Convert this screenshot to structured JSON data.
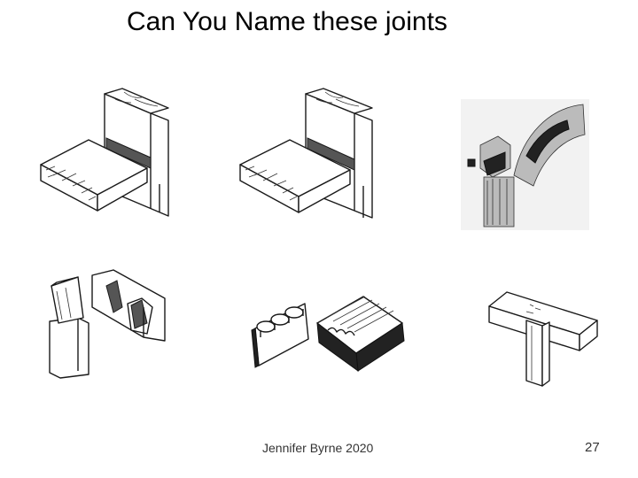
{
  "slide": {
    "title": "Can You Name these joints",
    "footer": "Jennifer Byrne 2020",
    "page_number": "27"
  },
  "figures": [
    {
      "name": "housing-joint-drawing",
      "kind": "line-drawing"
    },
    {
      "name": "stopped-housing-joint-drawing",
      "kind": "line-drawing"
    },
    {
      "name": "mortise-tenon-photo",
      "kind": "photo"
    },
    {
      "name": "dovetail-joint-drawing",
      "kind": "line-drawing"
    },
    {
      "name": "comb-joint-drawing",
      "kind": "line-drawing"
    },
    {
      "name": "tee-halving-joint-drawing",
      "kind": "line-drawing"
    }
  ]
}
